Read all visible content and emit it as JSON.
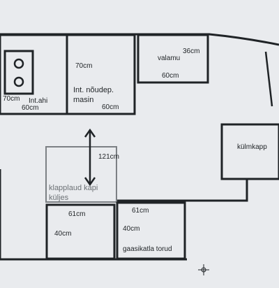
{
  "stove": {
    "name": "Int.ahi",
    "depth": "70cm",
    "width": "60cm"
  },
  "dishwasher": {
    "name": "Int. nõudep. masin",
    "depth": "70cm",
    "width": "60cm"
  },
  "sink": {
    "name": "valamu",
    "depth": "36cm",
    "width": "60cm"
  },
  "fridge": {
    "name": "külmkapp"
  },
  "folding_table": {
    "name": "klapplaud kapi küljes",
    "length": "121cm"
  },
  "cabinet_left": {
    "width": "61cm",
    "depth": "40cm"
  },
  "cabinet_right": {
    "width": "61cm",
    "depth": "40cm",
    "note": "gaasikatla torud"
  }
}
